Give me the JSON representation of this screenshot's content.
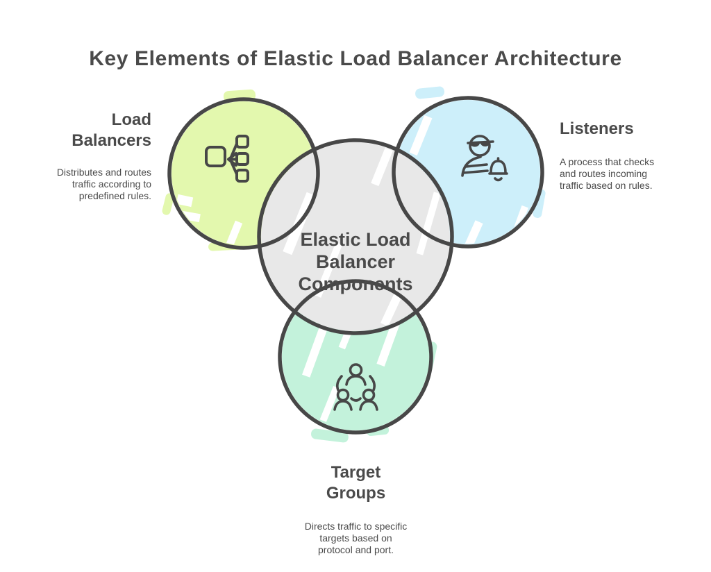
{
  "title": "Key Elements of Elastic Load Balancer Architecture",
  "colors": {
    "stroke": "#474747",
    "text": "#4a4a4a",
    "center_fill": "#e8e8e8",
    "load_balancers_fill": "#e3f8ae",
    "listeners_fill": "#cdeffa",
    "target_groups_fill": "#c3f2db"
  },
  "center": {
    "lines": [
      "Elastic Load",
      "Balancer",
      "Components"
    ]
  },
  "nodes": {
    "load_balancers": {
      "title_lines": [
        "Load",
        "Balancers"
      ],
      "description_lines": [
        "Distributes and routes",
        "traffic according to",
        "predefined rules."
      ],
      "icon": "load-balancer-distribution-icon"
    },
    "listeners": {
      "title_lines": [
        "Listeners"
      ],
      "description_lines": [
        "A process that checks",
        "and routes incoming",
        "traffic based on rules."
      ],
      "icon": "listener-user-bell-icon"
    },
    "target_groups": {
      "title_lines": [
        "Target",
        "Groups"
      ],
      "description_lines": [
        "Directs traffic to specific",
        "targets based on",
        "protocol and port."
      ],
      "icon": "target-group-users-icon"
    }
  }
}
